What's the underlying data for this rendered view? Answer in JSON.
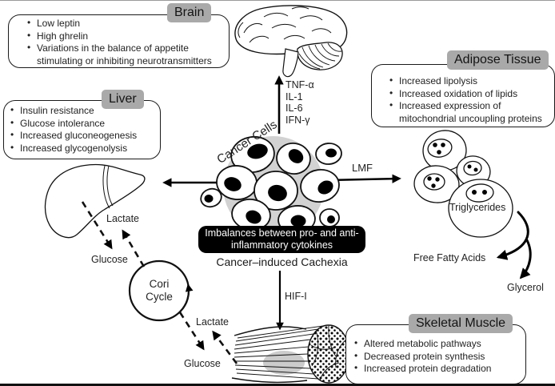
{
  "boxes": {
    "brain": {
      "tab": "Brain",
      "items": [
        "Low leptin",
        "High ghrelin",
        "Variations in the balance of appetite stimulating or inhibiting neurotransmitters"
      ]
    },
    "liver": {
      "tab": "Liver",
      "items": [
        "Insulin resistance",
        "Glucose intolerance",
        "Increased gluconeogenesis",
        "Increased glycogenolysis"
      ]
    },
    "adipose": {
      "tab": "Adipose Tissue",
      "items": [
        "Increased lipolysis",
        "Increased oxidation of lipids",
        "Increased expression of mitochondrial uncoupling proteins"
      ]
    },
    "muscle": {
      "tab": "Skeletal Muscle",
      "items": [
        "Altered metabolic pathways",
        "Decreased protein synthesis",
        "Increased protein degradation"
      ]
    }
  },
  "center": {
    "cancer_cells": "Cancer Cells",
    "cytokines": [
      "TNF-α",
      "IL-1",
      "IL-6",
      "IFN-γ"
    ],
    "imbalance_line1": "Imbalances between pro- and anti-",
    "imbalance_line2": "inflammatory cytokines",
    "cachexia": "Cancer–induced Cachexia",
    "hif": "HIF-I",
    "lmf": "LMF"
  },
  "cori_cycle": {
    "line1": "Cori",
    "line2": "Cycle",
    "lactate_liver": "Lactate",
    "glucose_liver": "Glucose",
    "lactate_muscle": "Lactate",
    "glucose_muscle": "Glucose"
  },
  "adipose_flow": {
    "triglycerides": "Triglycerides",
    "free_fatty_acids": "Free Fatty Acids",
    "glycerol": "Glycerol"
  },
  "colors": {
    "tab_bg": "#a9a9a9",
    "cluster_bg": "#d2d2d2",
    "ink": "#000000",
    "callout_bg": "#000000",
    "callout_text": "#ffffff"
  }
}
